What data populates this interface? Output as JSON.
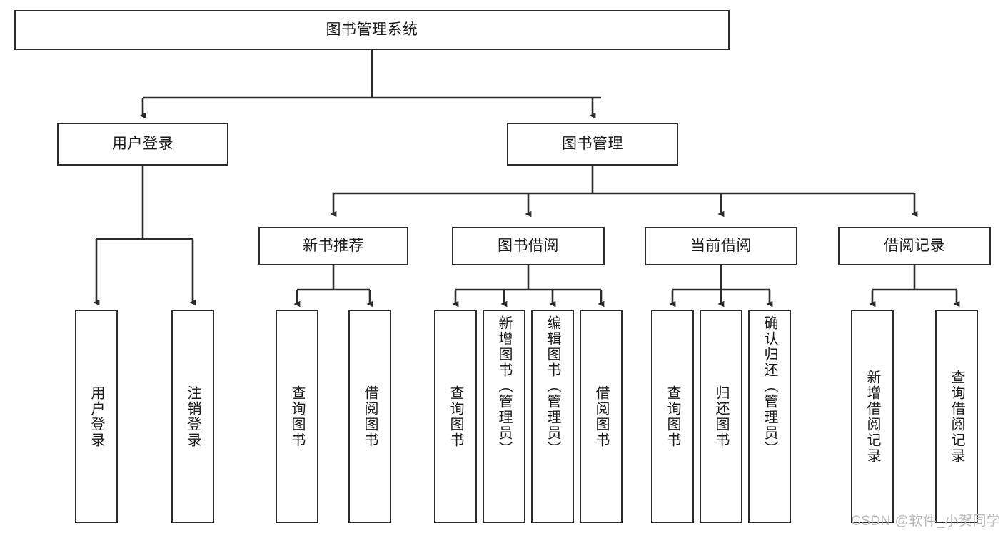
{
  "diagram": {
    "title": "图书管理系统",
    "watermark": "CSDN @软件_小贺同学",
    "stroke_color": "#2b2b2b",
    "text_color": "#1a1a1a",
    "background": "#ffffff",
    "watermark_color": "#b8b8b8"
  },
  "nodes": {
    "root": {
      "label": "图书管理系统"
    },
    "level1": [
      {
        "label": "用户登录"
      },
      {
        "label": "图书管理"
      }
    ],
    "level2": [
      {
        "label": "新书推荐"
      },
      {
        "label": "图书借阅"
      },
      {
        "label": "当前借阅"
      },
      {
        "label": "借阅记录"
      }
    ],
    "leaves": {
      "user_login": [
        {
          "label": "用户登录"
        },
        {
          "label": "注销登录"
        }
      ],
      "new_book_recommend": [
        {
          "label": "查询图书"
        },
        {
          "label": "借阅图书"
        }
      ],
      "book_borrow": [
        {
          "label": "查询图书"
        },
        {
          "label": "新增图书（管理员）"
        },
        {
          "label": "编辑图书（管理员）"
        },
        {
          "label": "借阅图书"
        }
      ],
      "current_borrow": [
        {
          "label": "查询图书"
        },
        {
          "label": "归还图书"
        },
        {
          "label": "确认归还（管理员）"
        }
      ],
      "borrow_record": [
        {
          "label": "新增借阅记录"
        },
        {
          "label": "查询借阅记录"
        }
      ]
    }
  }
}
